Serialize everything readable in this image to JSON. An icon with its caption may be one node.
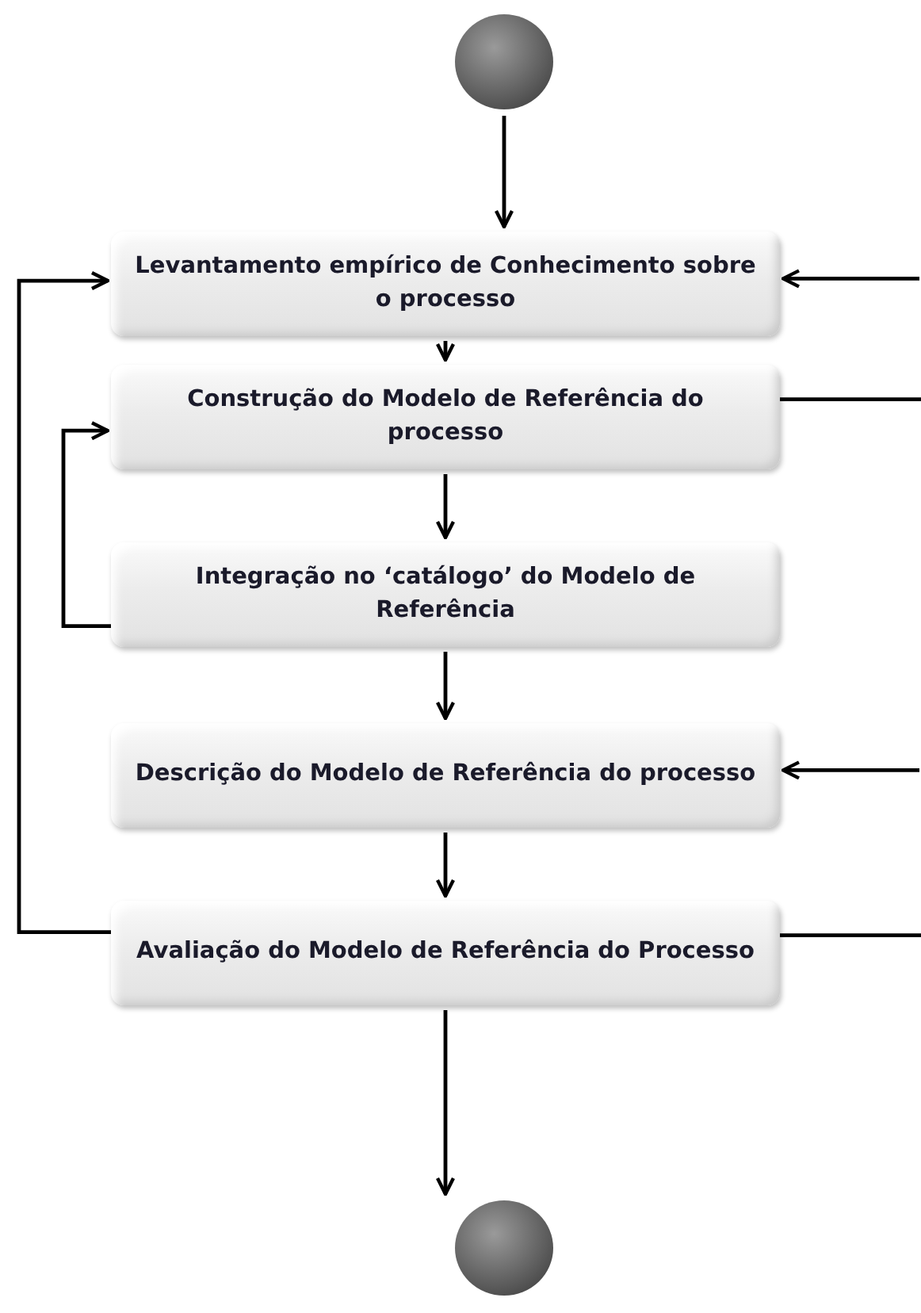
{
  "diagram": {
    "nodes": [
      {
        "text": [],
        "shape": "circle"
      },
      {
        "text": [
          "Levantamento empírico de Conhecimento sobre o processo"
        ]
      },
      {
        "text": [
          "Construção do Modelo de Referência do processo"
        ]
      },
      {
        "text": [
          "Integração no ‘catálogo’ do Modelo de Referência"
        ]
      },
      {
        "text": [
          "Descrição do Modelo de Referência do processo"
        ]
      },
      {
        "text": [
          "Avaliação do Modelo de Referência do Processo"
        ]
      },
      {
        "text": [],
        "shape": "circle"
      }
    ],
    "edges": [
      {
        "from": 0,
        "to": 1,
        "arrow": "to"
      },
      {
        "from": 1,
        "to": 2,
        "arrow": "to"
      },
      {
        "from": 2,
        "to": 3,
        "arrow": "to"
      },
      {
        "from": 3,
        "to": 4,
        "arrow": "to"
      },
      {
        "from": 4,
        "to": 5,
        "arrow": "to"
      },
      {
        "from": 5,
        "to": 6,
        "arrow": "to"
      },
      {
        "from": 3,
        "to": 2,
        "arrow": "to"
      },
      {
        "from": 5,
        "to": 1,
        "arrow": "to"
      },
      {
        "from": null,
        "to": 1,
        "arrow": "to"
      },
      {
        "from": 2,
        "to": null,
        "arrow": "none"
      },
      {
        "from": null,
        "to": 4,
        "arrow": "to"
      },
      {
        "from": 5,
        "to": null,
        "arrow": "none"
      }
    ]
  }
}
